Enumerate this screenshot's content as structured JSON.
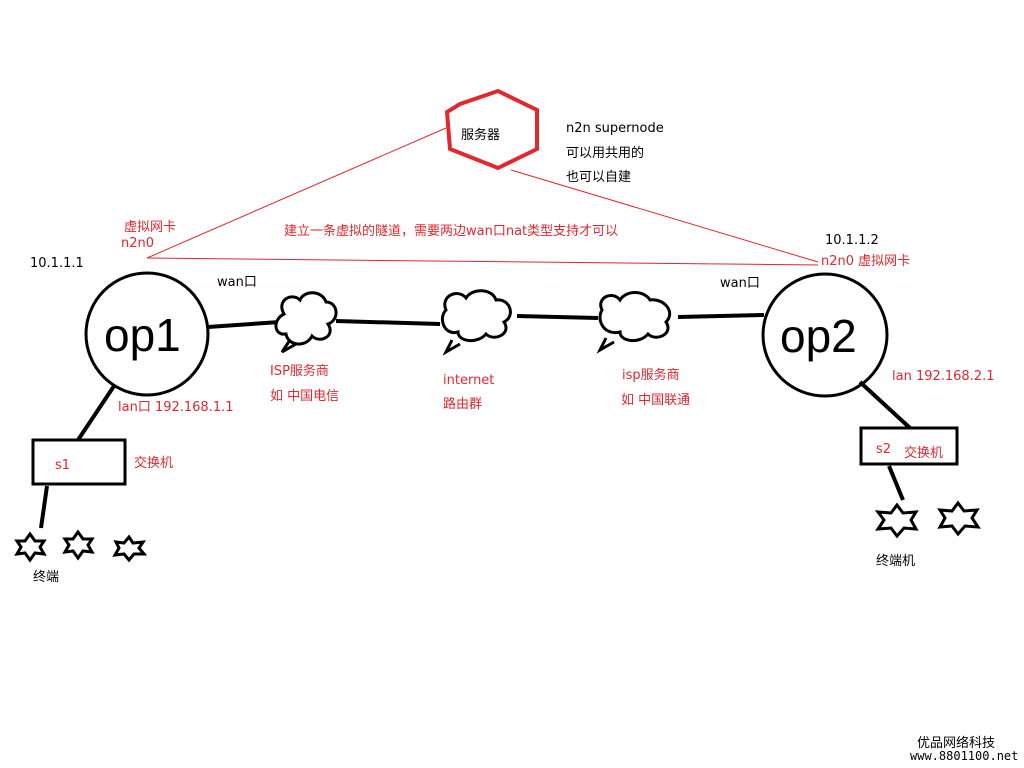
{
  "server": {
    "label": "服务器",
    "note": [
      "n2n supernode",
      "可以用共用的",
      "也可以自建"
    ]
  },
  "tunnel_label": "建立一条虚拟的隧道，需要两边wan口nat类型支持才可以",
  "left": {
    "vnic_label": "虚拟网卡",
    "vnic_name": "n2n0",
    "ip": "10.1.1.1",
    "router": "op1",
    "wan": "wan口",
    "lan": "lan口  192.168.1.1",
    "switch": "s1",
    "switch_label": "交换机",
    "terminal_label": "终端"
  },
  "right": {
    "ip": "10.1.1.2",
    "vnic": "n2n0 虚拟网卡",
    "router": "op2",
    "wan": "wan口",
    "lan": "lan 192.168.2.1",
    "switch": "s2",
    "switch_label": "交换机",
    "terminal_label": "终端机"
  },
  "clouds": [
    {
      "line1": "ISP服务商",
      "line2": "如 中国电信"
    },
    {
      "line1": "internet",
      "line2": "路由群"
    },
    {
      "line1": "isp服务商",
      "line2": "如 中国联通"
    }
  ],
  "watermark": {
    "line1": "优品网络科技",
    "line2": "www.8801100.net"
  },
  "colors": {
    "red": "#e0282e",
    "black": "#000000"
  }
}
